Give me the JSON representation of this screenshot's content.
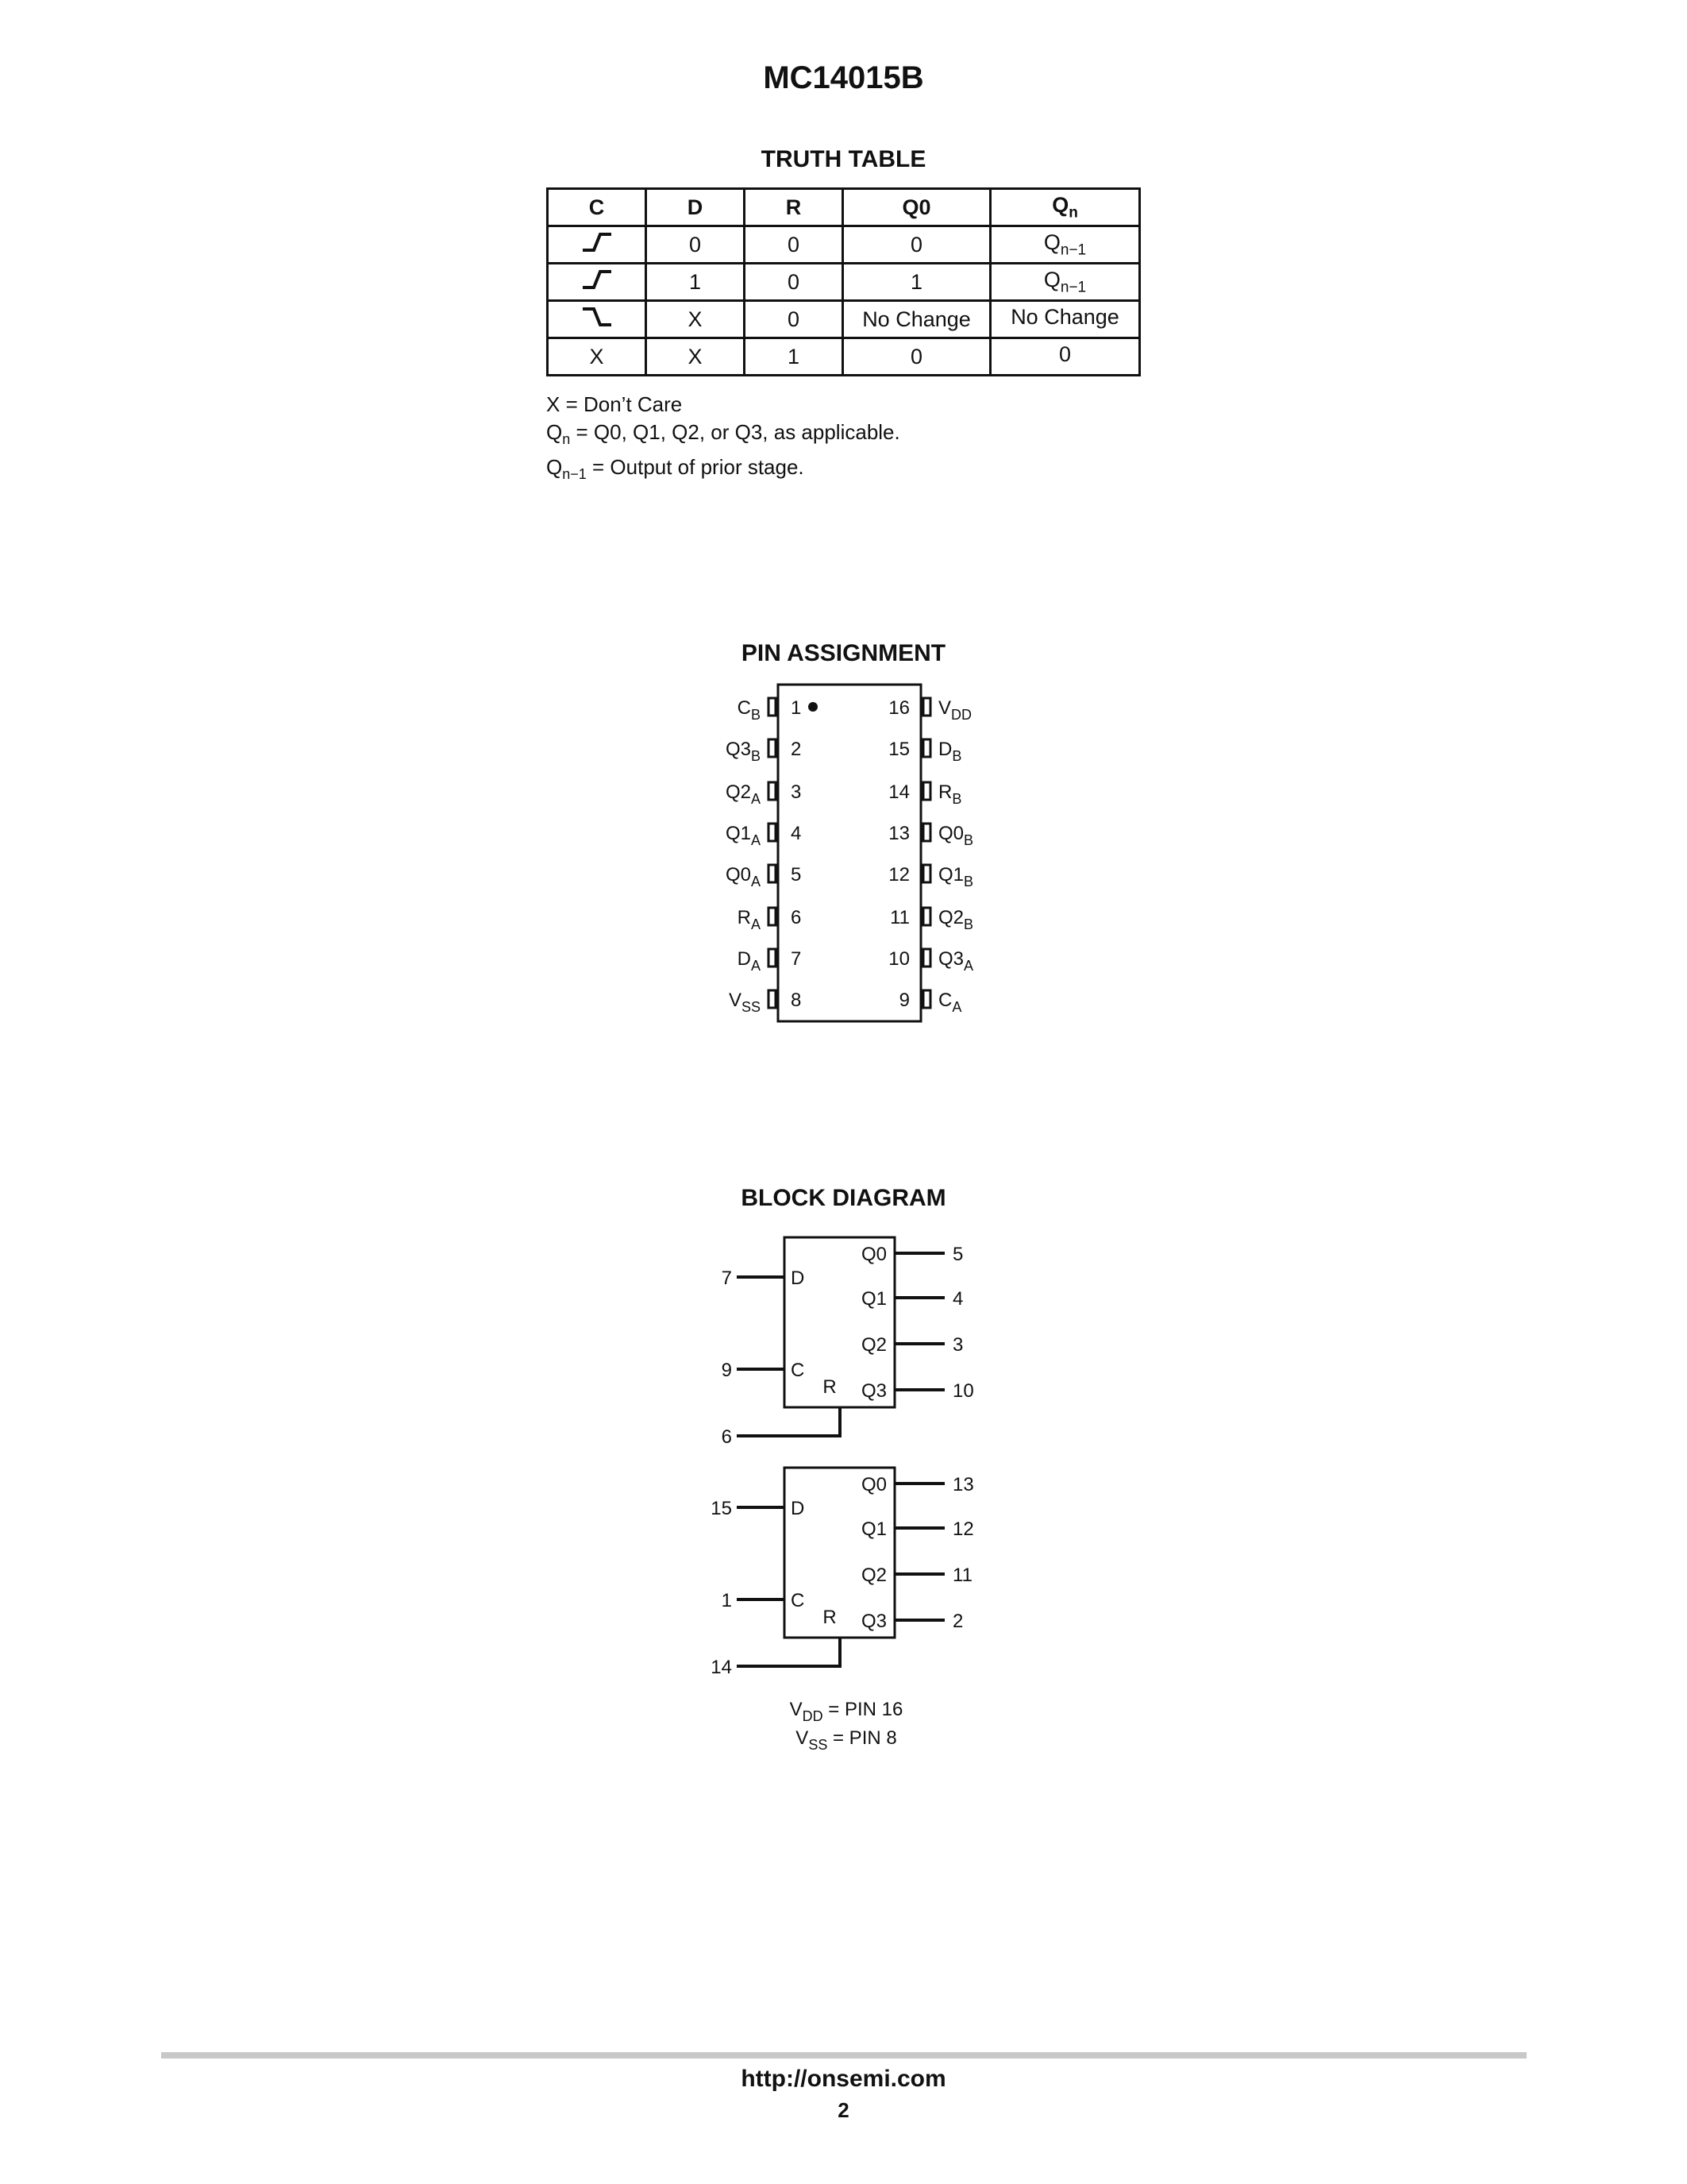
{
  "header": {
    "title": "MC14015B"
  },
  "truth_table": {
    "title": "TRUTH TABLE",
    "columns": [
      "C",
      "D",
      "R",
      "Q0",
      "Q",
      "n"
    ],
    "rows": [
      {
        "c": "rising-edge-icon",
        "d": "0",
        "r": "0",
        "q0": "0",
        "qn": "Q",
        "qn_sub": "n−1"
      },
      {
        "c": "rising-edge-icon",
        "d": "1",
        "r": "0",
        "q0": "1",
        "qn": "Q",
        "qn_sub": "n−1"
      },
      {
        "c": "falling-edge-icon",
        "d": "X",
        "r": "0",
        "q0": "No Change",
        "qn": "No Change",
        "qn_sub": ""
      },
      {
        "c": "X",
        "d": "X",
        "r": "1",
        "q0": "0",
        "qn": "0",
        "qn_sub": ""
      }
    ],
    "notes": [
      {
        "a": "X = Don’t Care",
        "sub": "",
        "b": ""
      },
      {
        "a": "Q",
        "sub": "n",
        "b": " = Q0, Q1, Q2, or Q3, as applicable."
      },
      {
        "a": "Q",
        "sub": "n−1",
        "b": " = Output of prior stage."
      }
    ]
  },
  "pin_assignment": {
    "title": "PIN ASSIGNMENT",
    "left_pins": [
      {
        "num": "1",
        "name": "C",
        "sub": "B"
      },
      {
        "num": "2",
        "name": "Q3",
        "sub": "B"
      },
      {
        "num": "3",
        "name": "Q2",
        "sub": "A"
      },
      {
        "num": "4",
        "name": "Q1",
        "sub": "A"
      },
      {
        "num": "5",
        "name": "Q0",
        "sub": "A"
      },
      {
        "num": "6",
        "name": "R",
        "sub": "A"
      },
      {
        "num": "7",
        "name": "D",
        "sub": "A"
      },
      {
        "num": "8",
        "name": "V",
        "sub": "SS"
      }
    ],
    "right_pins": [
      {
        "num": "16",
        "name": "V",
        "sub": "DD"
      },
      {
        "num": "15",
        "name": "D",
        "sub": "B"
      },
      {
        "num": "14",
        "name": "R",
        "sub": "B"
      },
      {
        "num": "13",
        "name": "Q0",
        "sub": "B"
      },
      {
        "num": "12",
        "name": "Q1",
        "sub": "B"
      },
      {
        "num": "11",
        "name": "Q2",
        "sub": "B"
      },
      {
        "num": "10",
        "name": "Q3",
        "sub": "A"
      },
      {
        "num": "9",
        "name": "C",
        "sub": "A"
      }
    ]
  },
  "block_diagram": {
    "title": "BLOCK DIAGRAM",
    "blocks": [
      {
        "d_pin": "7",
        "c_pin": "9",
        "r_pin": "6",
        "d_label": "D",
        "c_label": "C",
        "r_label": "R",
        "outputs": [
          {
            "label": "Q0",
            "pin": "5"
          },
          {
            "label": "Q1",
            "pin": "4"
          },
          {
            "label": "Q2",
            "pin": "3"
          },
          {
            "label": "Q3",
            "pin": "10"
          }
        ]
      },
      {
        "d_pin": "15",
        "c_pin": "1",
        "r_pin": "14",
        "d_label": "D",
        "c_label": "C",
        "r_label": "R",
        "outputs": [
          {
            "label": "Q0",
            "pin": "13"
          },
          {
            "label": "Q1",
            "pin": "12"
          },
          {
            "label": "Q2",
            "pin": "11"
          },
          {
            "label": "Q3",
            "pin": "2"
          }
        ]
      }
    ],
    "power_notes": [
      {
        "v": "V",
        "sub": "DD",
        "text": " = PIN 16"
      },
      {
        "v": "V",
        "sub": "SS",
        "text": " = PIN 8"
      }
    ]
  },
  "footer": {
    "url": "http://onsemi.com",
    "page": "2"
  }
}
